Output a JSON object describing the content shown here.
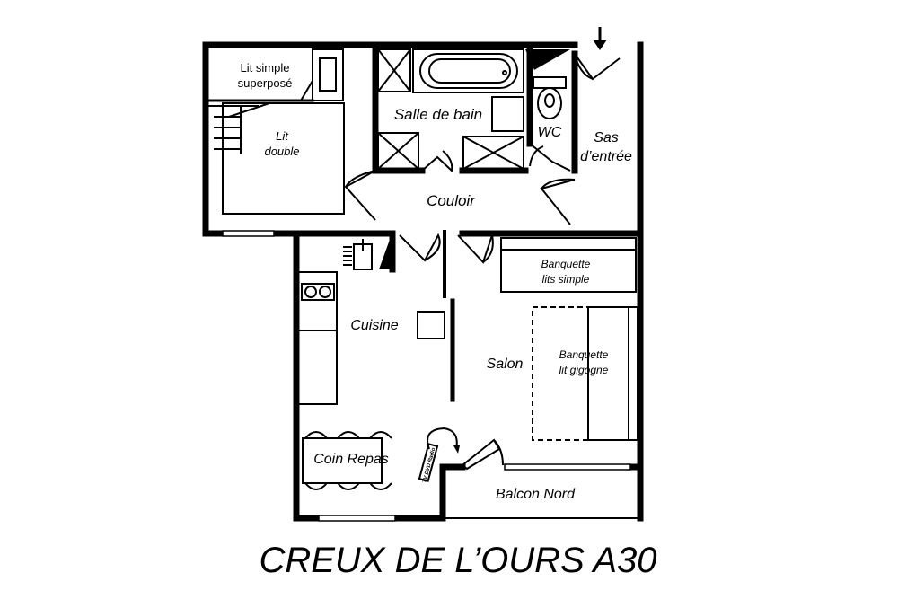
{
  "plan": {
    "title": "CREUX DE L’OURS A30",
    "rooms": {
      "lit_simple_1": "Lit simple",
      "lit_simple_2": "superposé",
      "lit_double_1": "Lit",
      "lit_double_2": "double",
      "salle_de_bain": "Salle de bain",
      "wc": "WC",
      "sas_1": "Sas",
      "sas_2": "d’entrée",
      "couloir": "Couloir",
      "cuisine": "Cuisine",
      "salon": "Salon",
      "banquette_simple_1": "Banquette",
      "banquette_simple_2": "lits simple",
      "banquette_gigogne_1": "Banquette",
      "banquette_gigogne_2": "lit gigogne",
      "coin_repas": "Coin Repas",
      "balcon": "Balcon Nord",
      "tv": "TV DVD Radio"
    }
  }
}
